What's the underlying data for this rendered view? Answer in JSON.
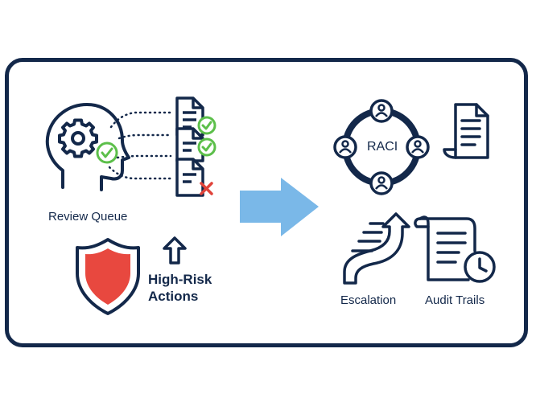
{
  "labels": {
    "review_queue": "Review Queue",
    "high_risk_line1": "High-Risk",
    "high_risk_line2": "Actions",
    "raci": "RACI",
    "escalation": "Escalation",
    "audit_trails": "Audit Trails"
  },
  "colors": {
    "navy": "#13284a",
    "check_green": "#5cbf4a",
    "cross_red": "#e0433a",
    "shield_red": "#e8483f",
    "arrow_blue": "#7ab8e8",
    "white": "#ffffff"
  },
  "icons": {
    "head": "head-gear-icon",
    "documents": "document-icon",
    "shield": "shield-icon",
    "up_arrow": "arrow-up-icon",
    "flow_arrow": "arrow-right-icon",
    "raci_cycle": "raci-cycle-icon",
    "scroll": "scroll-document-icon",
    "escalation": "escalation-arrow-icon",
    "audit": "audit-clock-icon"
  }
}
